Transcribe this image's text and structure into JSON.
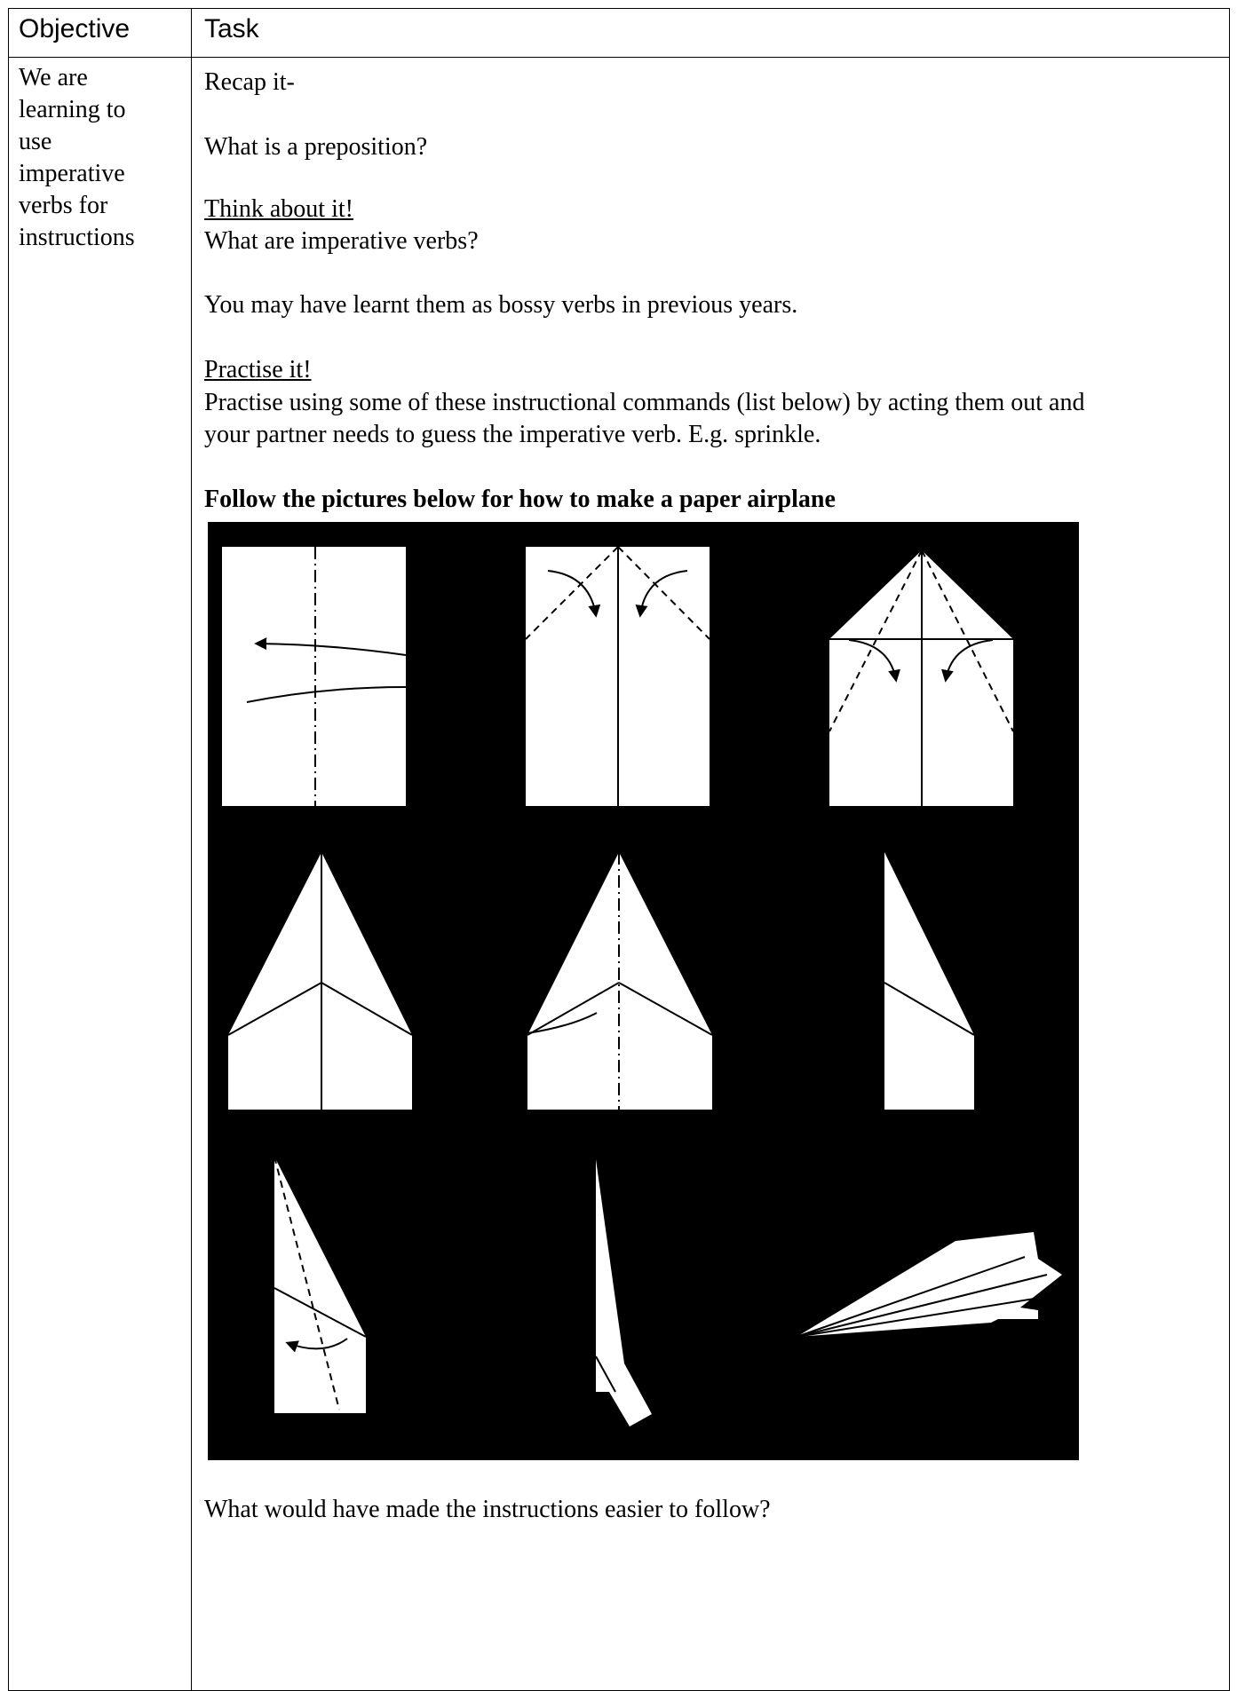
{
  "table": {
    "header_objective": "Objective",
    "header_task": "Task"
  },
  "objective": {
    "lines": [
      "We are",
      "learning to",
      "use",
      "imperative",
      "verbs for",
      "instructions"
    ]
  },
  "task": {
    "recap_label": "Recap it-",
    "recap_question": "What is a preposition?",
    "think_heading": "Think about it!",
    "think_question": "What are imperative verbs?",
    "think_note": "You may have learnt them as bossy verbs in previous years.",
    "practise_heading": "Practise it!",
    "practise_line1": "Practise using some of these instructional commands (list below) by acting them out and",
    "practise_line2": "your partner needs to guess the imperative verb. E.g. sprinkle.",
    "follow_heading": "Follow the pictures below for how to make a paper airplane",
    "final_question": "What would have made the instructions easier to follow?"
  },
  "diagram": {
    "icon": "paper-airplane-folding-steps",
    "background": "#000000",
    "paper_color": "#ffffff"
  }
}
